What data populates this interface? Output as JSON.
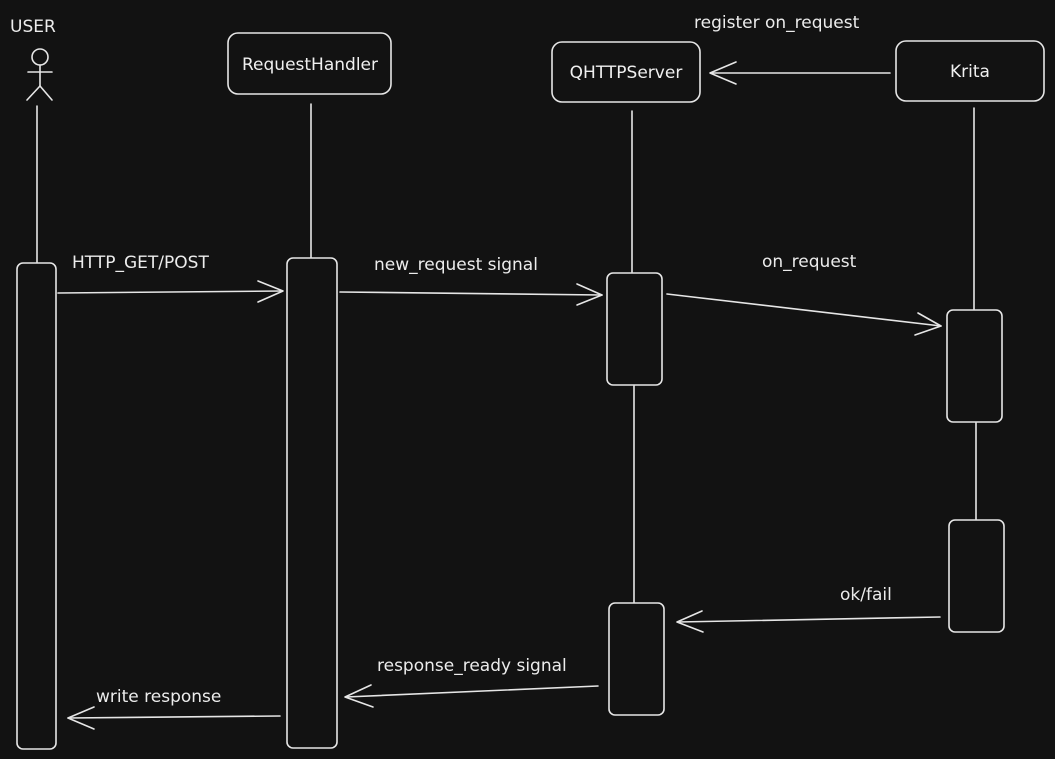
{
  "colors": {
    "background": "#121212",
    "stroke": "#e6e6e6",
    "text": "#ececec"
  },
  "actor": {
    "label": "USER",
    "icon": "stick-figure-icon"
  },
  "participants": {
    "handler": "RequestHandler",
    "server": "QHTTPServer",
    "krita": "Krita"
  },
  "messages": {
    "register": "register on_request",
    "http": "HTTP_GET/POST",
    "new_request": "new_request signal",
    "on_request": "on_request",
    "ok_fail": "ok/fail",
    "response_ready": "response_ready signal",
    "write_response": "write response"
  }
}
